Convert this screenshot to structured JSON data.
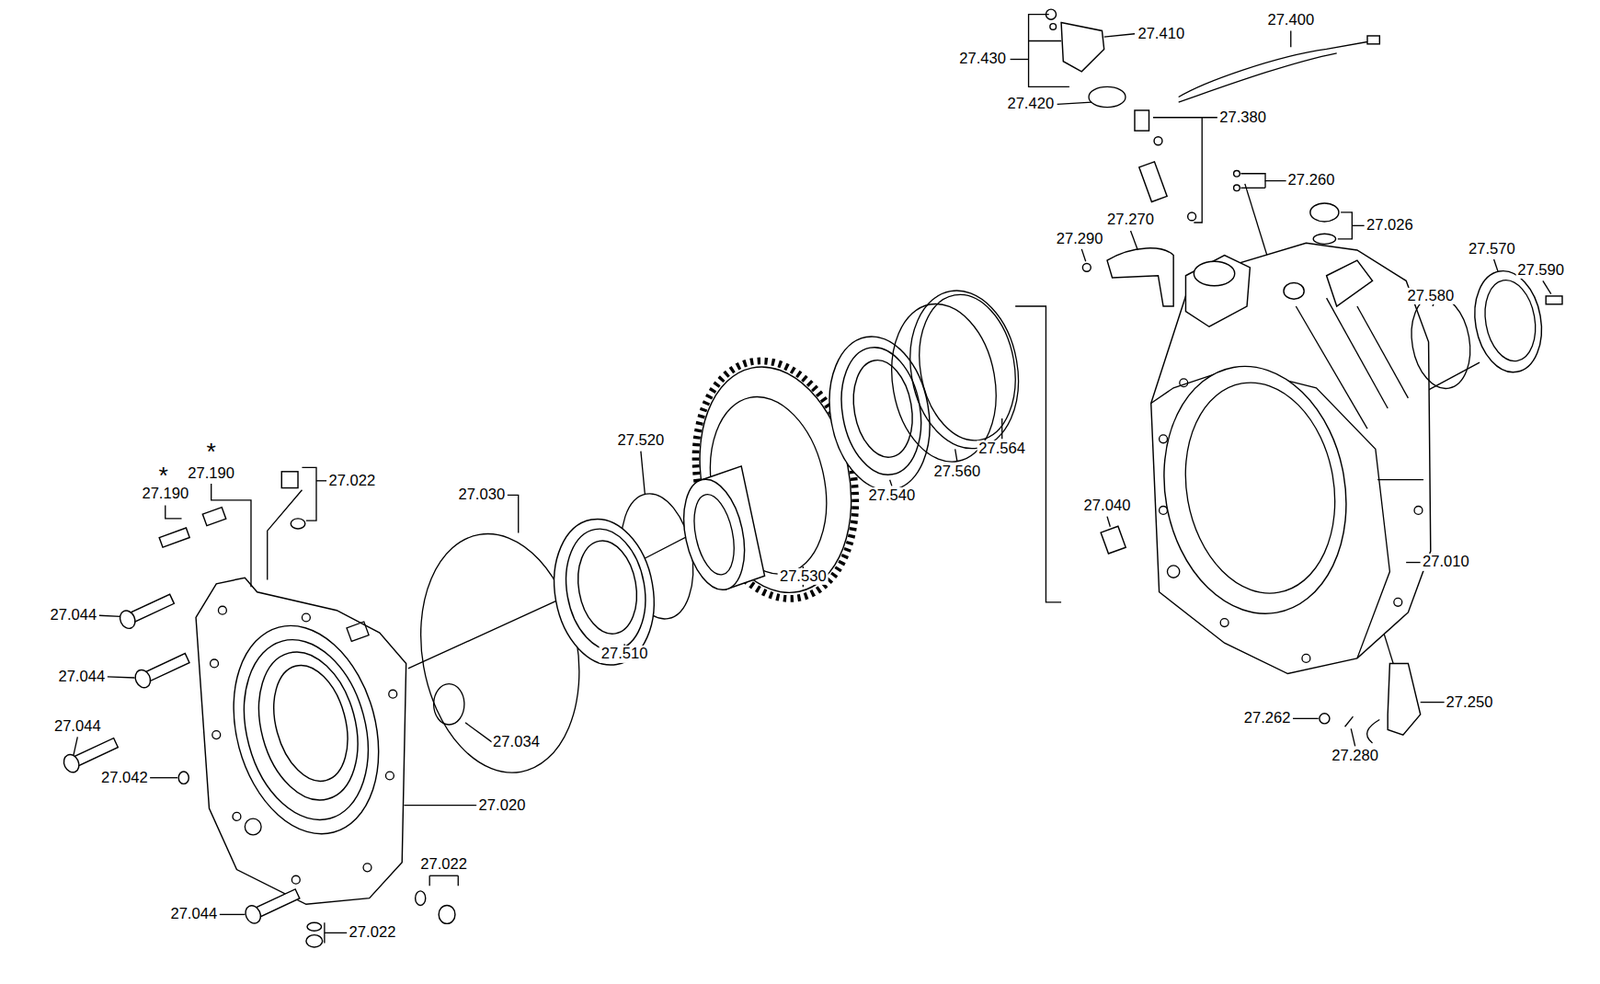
{
  "diagram": {
    "labels": [
      "27.400",
      "27.410",
      "27.430",
      "27.420",
      "27.380",
      "27.260",
      "27.270",
      "27.026",
      "27.290",
      "27.570",
      "27.590",
      "27.580",
      "*",
      "*",
      "27.520",
      "27.564",
      "27.190",
      "27.190",
      "27.560",
      "27.022",
      "27.030",
      "27.540",
      "27.040",
      "27.010",
      "27.530",
      "27.044",
      "27.510",
      "27.044",
      "27.250",
      "27.262",
      "27.044",
      "27.034",
      "27.280",
      "27.042",
      "27.020",
      "27.022",
      "27.044",
      "27.022"
    ]
  }
}
